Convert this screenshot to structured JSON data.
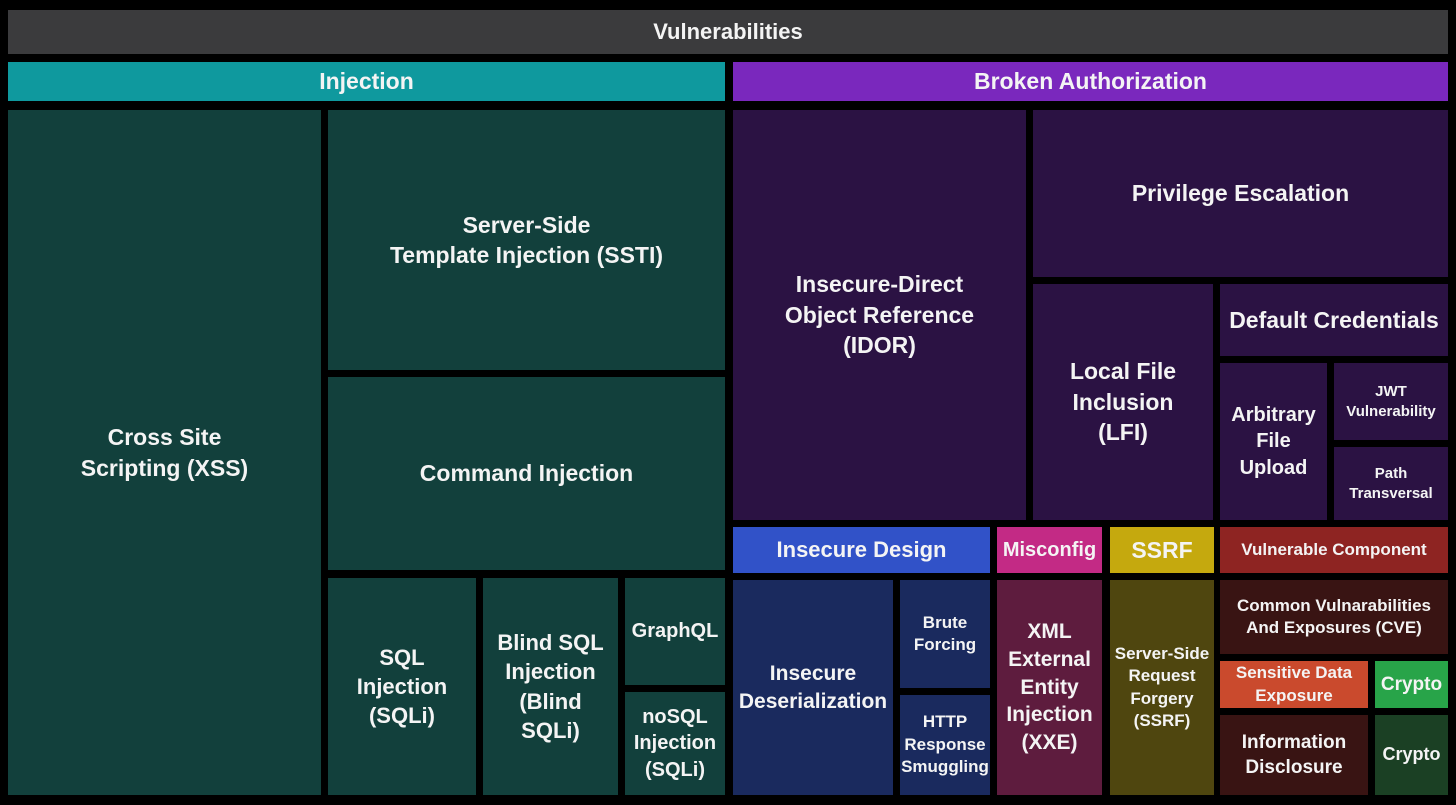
{
  "title": {
    "label": "Vulnerabilities",
    "bg": "#3b3b3d"
  },
  "headers": {
    "injection": {
      "label": "Injection",
      "bg": "#0f999e"
    },
    "broken_authorization": {
      "label": "Broken Authorization",
      "bg": "#7a28bd"
    }
  },
  "cells": {
    "xss": {
      "label": "Cross Site\nScripting (XSS)",
      "bg": "#12403c"
    },
    "ssti": {
      "label": "Server-Side\nTemplate Injection (SSTI)",
      "bg": "#12403c"
    },
    "command_injection": {
      "label": "Command Injection",
      "bg": "#12403c"
    },
    "sql_injection": {
      "label": "SQL\nInjection\n(SQLi)",
      "bg": "#12403c"
    },
    "blind_sql_injection": {
      "label": "Blind SQL\nInjection\n(Blind SQLi)",
      "bg": "#12403c"
    },
    "graphql": {
      "label": "GraphQL",
      "bg": "#12403c"
    },
    "nosql_injection": {
      "label": "noSQL\nInjection\n(SQLi)",
      "bg": "#12403c"
    },
    "idor": {
      "label": "Insecure-Direct\nObject Reference\n(IDOR)",
      "bg": "#2b1243"
    },
    "privilege_escalation": {
      "label": "Privilege Escalation",
      "bg": "#2b1243"
    },
    "lfi": {
      "label": "Local File\nInclusion\n(LFI)",
      "bg": "#2b1243"
    },
    "default_credentials": {
      "label": "Default Credentials",
      "bg": "#2b1243"
    },
    "arbitrary_file_upload": {
      "label": "Arbitrary\nFile\nUpload",
      "bg": "#2b1243"
    },
    "jwt_vulnerability": {
      "label": "JWT\nVulnerability",
      "bg": "#2b1243"
    },
    "path_transversal": {
      "label": "Path\nTransversal",
      "bg": "#2b1243"
    },
    "insecure_design": {
      "label": "Insecure Design",
      "bg": "#3152c8"
    },
    "misconfig": {
      "label": "Misconfig",
      "bg": "#c32a85"
    },
    "ssrf_header": {
      "label": "SSRF",
      "bg": "#c5a90e"
    },
    "vulnerable_component": {
      "label": "Vulnerable Component",
      "bg": "#8e2422"
    },
    "insecure_deserialization": {
      "label": "Insecure\nDeserialization",
      "bg": "#1a2a5e"
    },
    "brute_forcing": {
      "label": "Brute\nForcing",
      "bg": "#1a2a5e"
    },
    "http_response_smuggling": {
      "label": "HTTP\nResponse\nSmuggling",
      "bg": "#1a2a5e"
    },
    "xxe": {
      "label": "XML\nExternal\nEntity\nInjection\n(XXE)",
      "bg": "#5e1c3e"
    },
    "ssrf_box": {
      "label": "Server-Side\nRequest\nForgery\n(SSRF)",
      "bg": "#4f460f"
    },
    "cve": {
      "label": "Common Vulnarabilities\nAnd Exposures (CVE)",
      "bg": "#391413"
    },
    "sensitive_data_exposure": {
      "label": "Sensitive Data\nExposure",
      "bg": "#ca4a2d"
    },
    "crypto_green": {
      "label": "Crypto",
      "bg": "#28a449"
    },
    "information_disclosure": {
      "label": "Information\nDisclosure",
      "bg": "#391413"
    },
    "crypto_dark": {
      "label": "Crypto",
      "bg": "#1b4024"
    }
  }
}
